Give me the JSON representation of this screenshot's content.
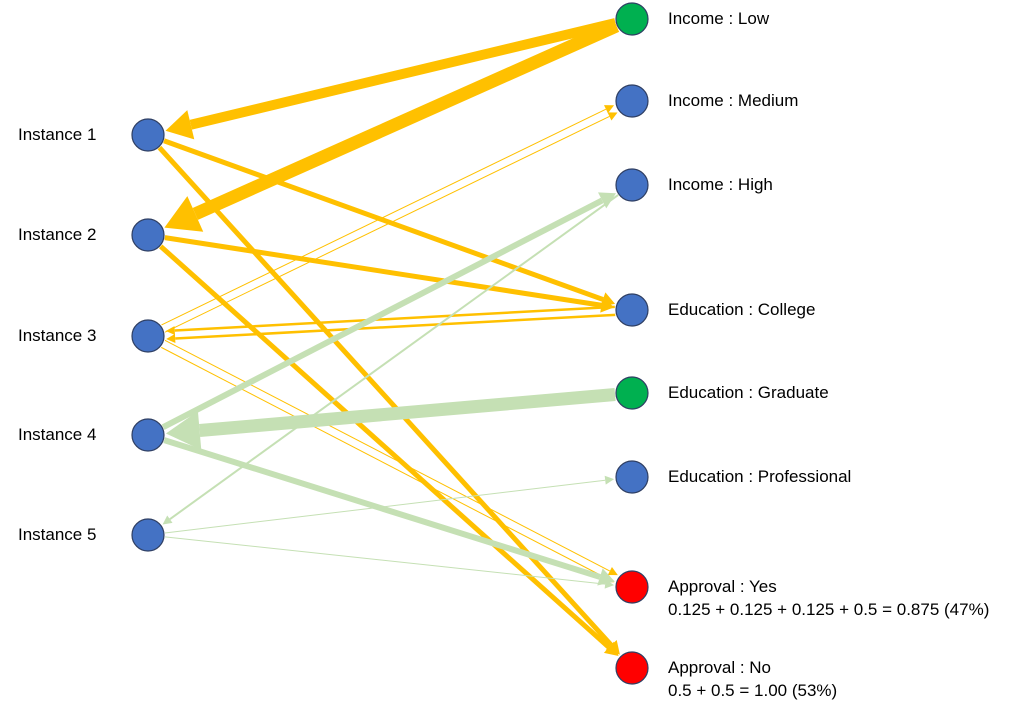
{
  "colors": {
    "influence_negative": "#FFC000",
    "influence_positive": "#C5E0B4",
    "instance": "#4472C4",
    "feature_active": "#00B050",
    "class": "#FF0000",
    "node_border": "#2F3F63"
  },
  "instances": [
    {
      "id": "i1",
      "label": "Instance 1"
    },
    {
      "id": "i2",
      "label": "Instance 2"
    },
    {
      "id": "i3",
      "label": "Instance 3"
    },
    {
      "id": "i4",
      "label": "Instance 4"
    },
    {
      "id": "i5",
      "label": "Instance 5"
    }
  ],
  "features": [
    {
      "id": "inc_low",
      "label": "Income : Low",
      "type": "feature_active"
    },
    {
      "id": "inc_med",
      "label": "Income : Medium",
      "type": "instance"
    },
    {
      "id": "inc_high",
      "label": "Income : High",
      "type": "instance"
    },
    {
      "id": "edu_col",
      "label": "Education : College",
      "type": "instance"
    },
    {
      "id": "edu_grad",
      "label": "Education : Graduate",
      "type": "feature_active"
    },
    {
      "id": "edu_prof",
      "label": "Education : Professional",
      "type": "instance"
    },
    {
      "id": "app_yes",
      "label": "Approval : Yes",
      "type": "class",
      "score": "0.125 + 0.125 + 0.125 + 0.5 = 0.875  (47%)"
    },
    {
      "id": "app_no",
      "label": "Approval : No",
      "type": "class",
      "score": "0.5 + 0.5 = 1.00  (53%)"
    }
  ],
  "edges": [
    {
      "from": "inc_low",
      "to": "i1",
      "weight": 10,
      "color": "influence_negative"
    },
    {
      "from": "inc_low",
      "to": "i2",
      "weight": 13,
      "color": "influence_negative"
    },
    {
      "from": "i1",
      "to": "edu_col",
      "weight": 5,
      "color": "influence_negative"
    },
    {
      "from": "i1",
      "to": "app_no",
      "weight": 5,
      "color": "influence_negative"
    },
    {
      "from": "i2",
      "to": "edu_col",
      "weight": 5,
      "color": "influence_negative"
    },
    {
      "from": "i2",
      "to": "app_no",
      "weight": 5,
      "color": "influence_negative"
    },
    {
      "from": "i3",
      "to": "inc_med",
      "weight": 1,
      "color": "influence_negative"
    },
    {
      "from": "i3",
      "to": "inc_med",
      "weight": 1,
      "color": "influence_negative"
    },
    {
      "from": "edu_col",
      "to": "i3",
      "weight": 2.5,
      "color": "influence_negative"
    },
    {
      "from": "edu_col",
      "to": "i3",
      "weight": 2.5,
      "color": "influence_negative"
    },
    {
      "from": "i3",
      "to": "app_yes",
      "weight": 1,
      "color": "influence_negative"
    },
    {
      "from": "i3",
      "to": "app_yes",
      "weight": 1,
      "color": "influence_negative"
    },
    {
      "from": "i4",
      "to": "inc_high",
      "weight": 6,
      "color": "influence_positive"
    },
    {
      "from": "inc_high",
      "to": "i5",
      "weight": 2,
      "color": "influence_positive"
    },
    {
      "from": "edu_grad",
      "to": "i4",
      "weight": 13,
      "color": "influence_positive"
    },
    {
      "from": "i4",
      "to": "app_yes",
      "weight": 6,
      "color": "influence_positive"
    },
    {
      "from": "i5",
      "to": "edu_prof",
      "weight": 1,
      "color": "influence_positive"
    },
    {
      "from": "i5",
      "to": "app_yes",
      "weight": 1,
      "color": "influence_positive"
    }
  ]
}
